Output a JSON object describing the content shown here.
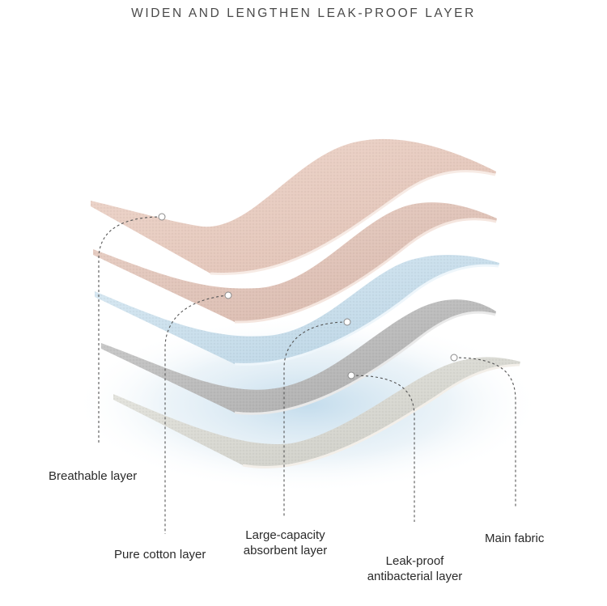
{
  "title": "WIDEN AND LENGTHEN LEAK-PROOF LAYER",
  "layers": [
    {
      "id": "breathable",
      "lines": [
        "Breathable layer"
      ],
      "color": "#e7c9bd"
    },
    {
      "id": "cotton",
      "lines": [
        "Pure cotton layer"
      ],
      "color": "#e3c7bc"
    },
    {
      "id": "absorbent",
      "lines": [
        "Large-capacity",
        "absorbent layer"
      ],
      "color": "#cfe1ed"
    },
    {
      "id": "leakproof",
      "lines": [
        "Leak-proof",
        "antibacterial layer"
      ],
      "color": "#bdbdbd"
    },
    {
      "id": "main",
      "lines": [
        "Main fabric"
      ],
      "color": "#dcdcd6"
    }
  ]
}
